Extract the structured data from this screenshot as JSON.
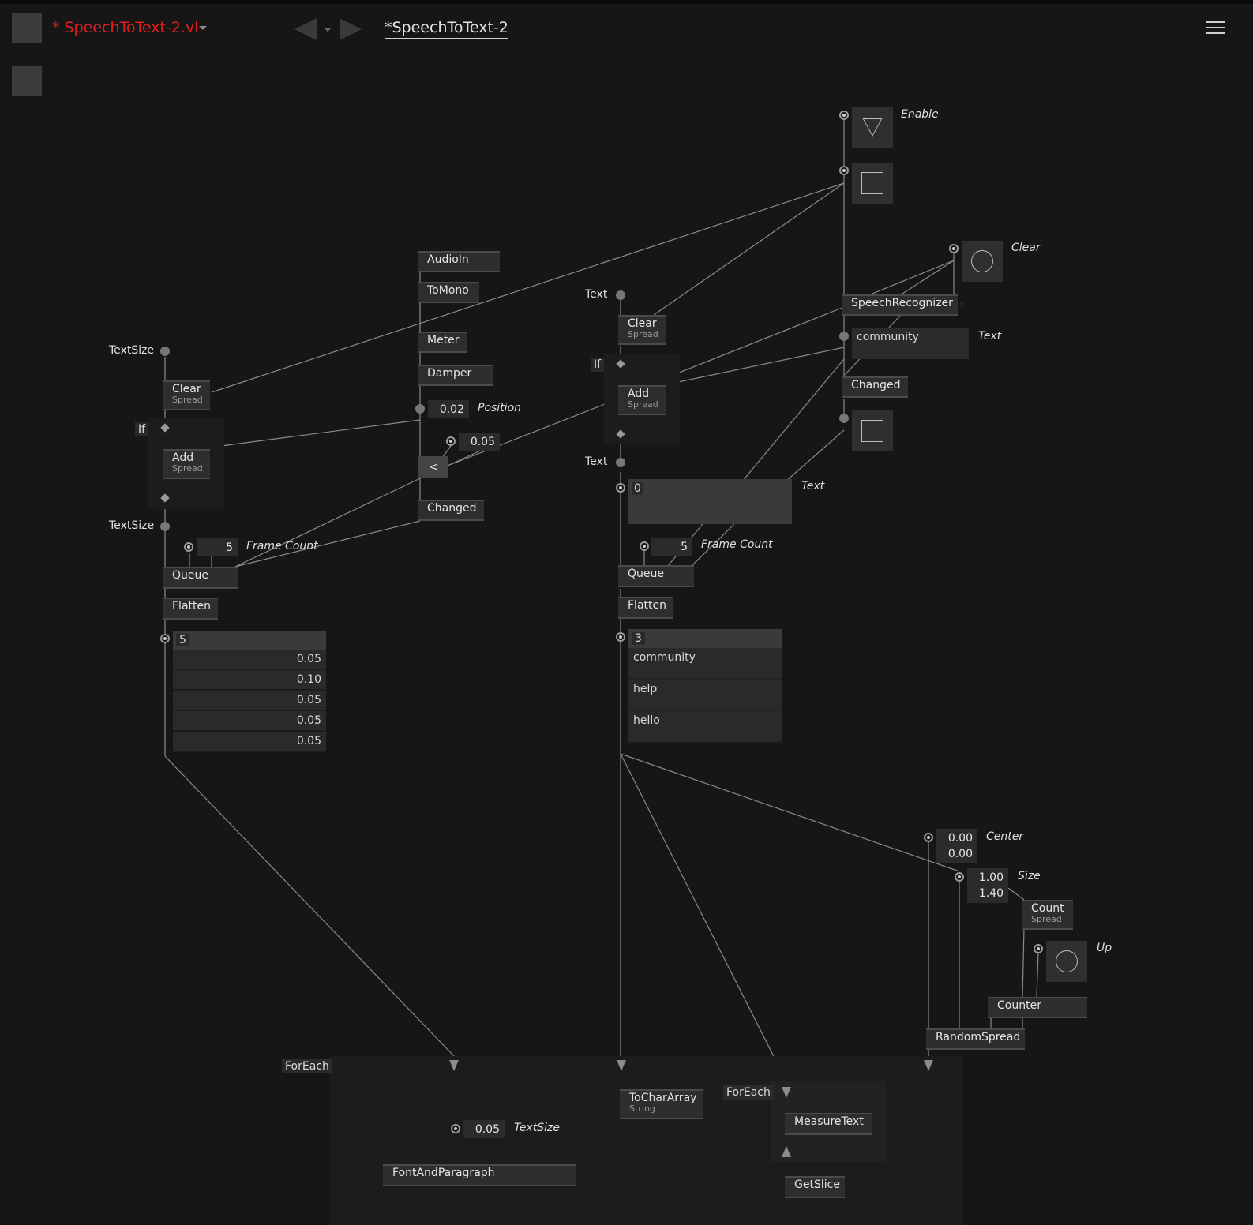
{
  "header": {
    "file_menu": "* SpeechToText-2.vl",
    "tab_title": "*SpeechToText-2",
    "file_color": "#e02020"
  },
  "nodes": {
    "audioin": "AudioIn",
    "tomono": "ToMono",
    "meter": "Meter",
    "damper": "Damper",
    "less_than": "<",
    "changed_audio": "Changed",
    "clear_left": "Clear",
    "clear_left_sub": "Spread",
    "add_left": "Add",
    "add_left_sub": "Spread",
    "if_left": "If",
    "queue_left": "Queue",
    "flatten_left": "Flatten",
    "clear_mid": "Clear",
    "clear_mid_sub": "Spread",
    "add_mid": "Add",
    "add_mid_sub": "Spread",
    "if_mid": "If",
    "queue_mid": "Queue",
    "flatten_mid": "Flatten",
    "speech_recognizer": "SpeechRecognizer",
    "changed_speech": "Changed",
    "count": "Count",
    "count_sub": "Spread",
    "counter": "Counter",
    "random_spread": "RandomSpread",
    "foreach_outer": "ForEach",
    "foreach_inner": "ForEach",
    "tochararray": "ToCharArray",
    "tochararray_sub": "String",
    "measuretext": "MeasureText",
    "getslice": "GetSlice",
    "fontandparagraph": "FontAndParagraph"
  },
  "pads": {
    "textsize_in": "TextSize",
    "textsize_out": "TextSize",
    "text_in": "Text",
    "text_out": "Text",
    "enable_label": "Enable",
    "clear_label": "Clear",
    "text_label_1": "Text",
    "text_label_2": "Text",
    "position_label": "Position",
    "position_value": "0.02",
    "threshold_value": "0.05",
    "frame_count_label_1": "Frame Count",
    "frame_count_value_1": "5",
    "frame_count_label_2": "Frame Count",
    "frame_count_value_2": "5",
    "recognized_text": "community",
    "text_count_value": "0",
    "center_label": "Center",
    "center_x": "0.00",
    "center_y": "0.00",
    "size_label": "Size",
    "size_x": "1.00",
    "size_y": "1.40",
    "up_label": "Up",
    "textsize_inner_value": "0.05",
    "textsize_inner_label": "TextSize"
  },
  "spread_left": {
    "count": "5",
    "values": [
      "0.05",
      "0.10",
      "0.05",
      "0.05",
      "0.05"
    ]
  },
  "spread_mid": {
    "count": "3",
    "values": [
      "community",
      "help",
      "hello"
    ]
  }
}
